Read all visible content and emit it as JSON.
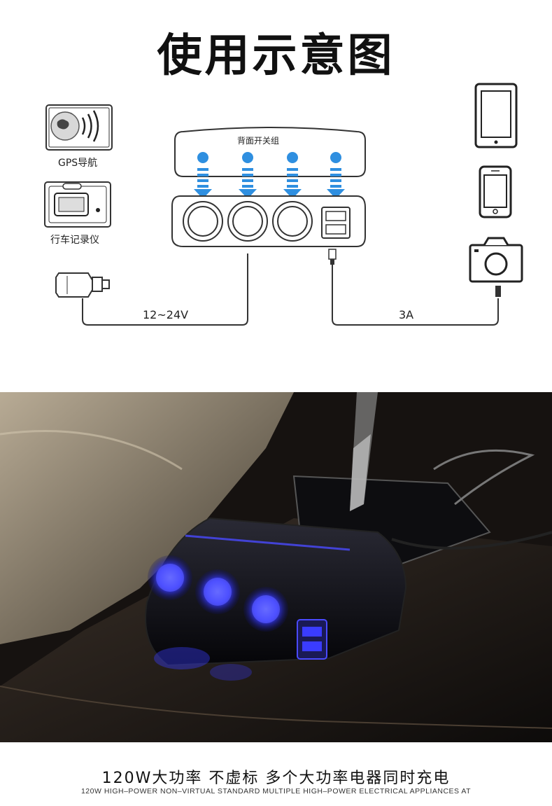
{
  "title": "使用示意图",
  "diagram": {
    "switch_group_label": "背面开关组",
    "devices_left": [
      {
        "label": "GPS导航",
        "icon": "gps-icon"
      },
      {
        "label": "行车记录仪",
        "icon": "dashcam-icon"
      }
    ],
    "car_plug_icon": "car-plug-icon",
    "devices_right": [
      {
        "icon": "tablet-icon"
      },
      {
        "icon": "phone-icon"
      },
      {
        "icon": "camera-icon"
      }
    ],
    "voltage_label": "12~24V",
    "current_label": "3A",
    "accent_color": "#2f8fe0"
  },
  "photo": {
    "icon": "product-photo",
    "glow_color": "#3a3cff"
  },
  "caption": {
    "cn": "120W大功率  不虚标  多个大功率电器同时充电",
    "en": "120W HIGH–POWER NON–VIRTUAL STANDARD MULTIPLE HIGH–POWER ELECTRICAL APPLIANCES AT"
  }
}
